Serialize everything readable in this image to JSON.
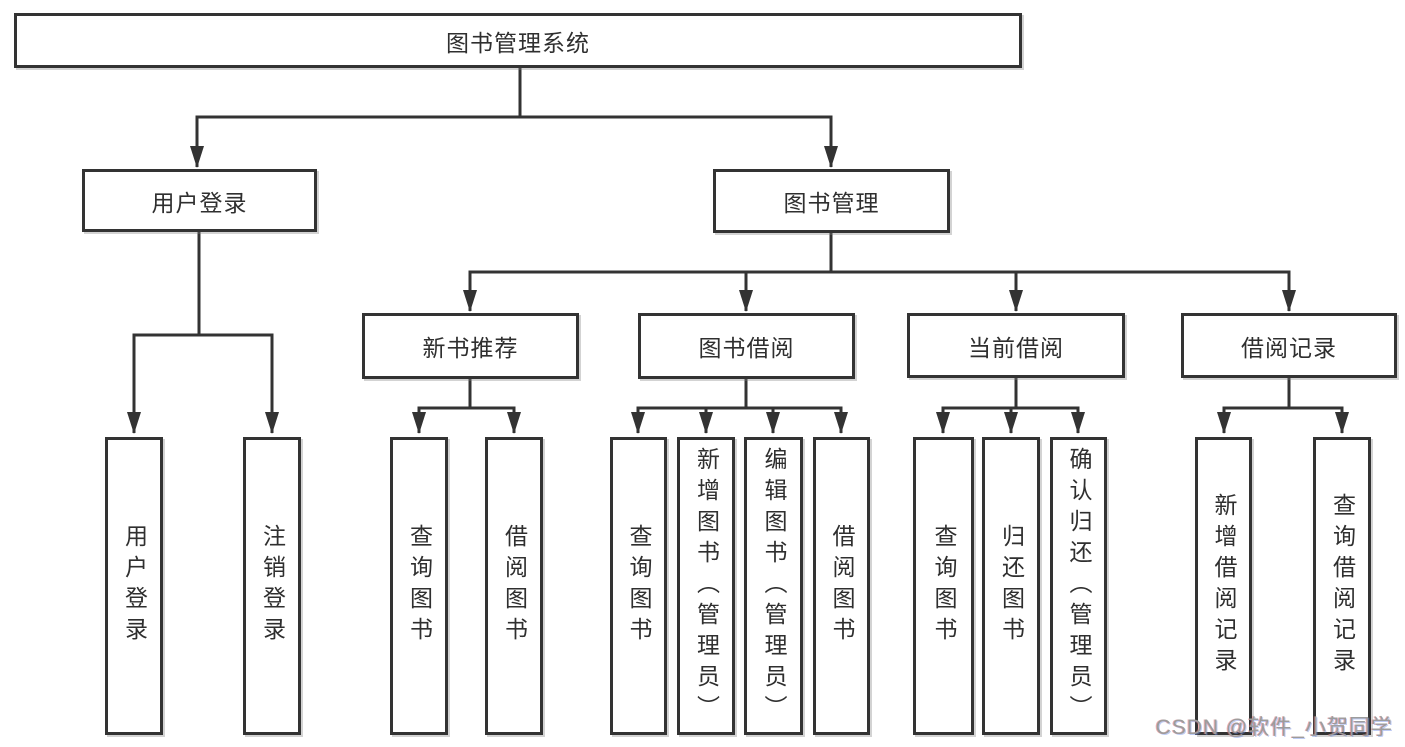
{
  "nodes": {
    "root": {
      "label": "图书管理系统"
    },
    "level2": [
      {
        "label": "用户登录"
      },
      {
        "label": "图书管理"
      }
    ],
    "level3": [
      {
        "label": "新书推荐"
      },
      {
        "label": "图书借阅"
      },
      {
        "label": "当前借阅"
      },
      {
        "label": "借阅记录"
      }
    ],
    "leaves": [
      {
        "label": "用户登录"
      },
      {
        "label": "注销登录"
      },
      {
        "label": "查询图书"
      },
      {
        "label": "借阅图书"
      },
      {
        "label": "查询图书"
      },
      {
        "label": "新增图书（管理员）"
      },
      {
        "label": "编辑图书（管理员）"
      },
      {
        "label": "借阅图书"
      },
      {
        "label": "查询图书"
      },
      {
        "label": "归还图书"
      },
      {
        "label": "确认归还（管理员）"
      },
      {
        "label": "新增借阅记录"
      },
      {
        "label": "查询借阅记录"
      }
    ]
  },
  "watermark": "CSDN @软件_小贺同学",
  "colors": {
    "line": "#333333",
    "text": "#2f2f2f",
    "box_fill": "#ffffff",
    "watermark_gray": "#9c9c9c"
  }
}
